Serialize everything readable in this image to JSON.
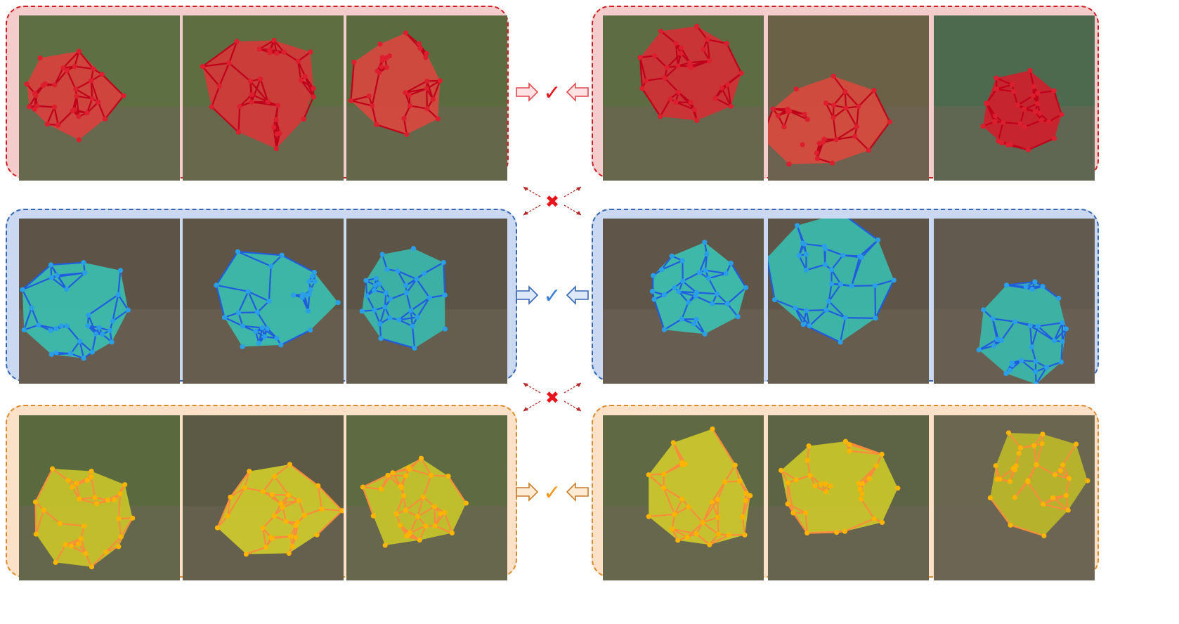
{
  "colors": {
    "red_fill": "#f5cccc",
    "red_border": "#cc1f24",
    "red_mesh": "#c0001a",
    "red_node": "#dc1e2e",
    "blue_fill": "#cad8f2",
    "blue_border": "#3466b2",
    "blue_mesh": "#1f5ce0",
    "blue_node": "#2a9fe8",
    "orange_fill": "#fbe1c7",
    "orange_border": "#d98a2b",
    "orange_mesh": "#ff8c3a",
    "orange_node": "#ffb400",
    "cross": "#e8141b"
  },
  "rows": [
    {
      "name": "red",
      "check": "✓",
      "left": [
        {
          "bg": "#5e7043",
          "obj": "#d9403d",
          "mesh": "#c0001a",
          "node": "#dc1e2e"
        },
        {
          "bg": "#5f6e40",
          "obj": "#d43838",
          "mesh": "#c0001a",
          "node": "#dc1e2e"
        },
        {
          "bg": "#5c6b3f",
          "obj": "#d9483e",
          "mesh": "#c0001a",
          "node": "#dc1e2e"
        }
      ],
      "right": [
        {
          "bg": "#5d6c42",
          "obj": "#d23035",
          "mesh": "#c0001a",
          "node": "#dc1e2e"
        },
        {
          "bg": "#6a6147",
          "obj": "#d84a3d",
          "mesh": "#c0001a",
          "node": "#dc1e2e"
        },
        {
          "bg": "#4e6a4e",
          "obj": "#cf1f2c",
          "mesh": "#c0001a",
          "node": "#dc1e2e"
        }
      ]
    },
    {
      "name": "blue",
      "check": "✓",
      "left": [
        {
          "bg": "#5d5347",
          "obj": "#3bbfb0",
          "mesh": "#1f5ce0",
          "node": "#2a9fe8"
        },
        {
          "bg": "#5e5546",
          "obj": "#3bbfb0",
          "mesh": "#1f5ce0",
          "node": "#2a9fe8"
        },
        {
          "bg": "#5c5446",
          "obj": "#39b9ae",
          "mesh": "#1f5ce0",
          "node": "#2a9fe8"
        }
      ],
      "right": [
        {
          "bg": "#5f5649",
          "obj": "#3cc0b2",
          "mesh": "#1f5ce0",
          "node": "#2a9fe8"
        },
        {
          "bg": "#5e5548",
          "obj": "#3bbcae",
          "mesh": "#1f5ce0",
          "node": "#2a9fe8"
        },
        {
          "bg": "#625a4e",
          "obj": "#39b8ab",
          "mesh": "#1f5ce0",
          "node": "#2a9fe8"
        }
      ]
    },
    {
      "name": "orange",
      "check": "✓",
      "left": [
        {
          "bg": "#5a6a3e",
          "obj": "#c9c42a",
          "mesh": "#ff8c3a",
          "node": "#ffb400"
        },
        {
          "bg": "#5c5a44",
          "obj": "#cfcb2d",
          "mesh": "#ff8c3a",
          "node": "#ffb400"
        },
        {
          "bg": "#5e6a42",
          "obj": "#c8c52a",
          "mesh": "#ff8c3a",
          "node": "#ffb400"
        }
      ],
      "right": [
        {
          "bg": "#5f6a44",
          "obj": "#cfc92c",
          "mesh": "#ff8c3a",
          "node": "#ffb400"
        },
        {
          "bg": "#5d6446",
          "obj": "#cbc72b",
          "mesh": "#ff8c3a",
          "node": "#ffb400"
        },
        {
          "bg": "#6a6650",
          "obj": "#bdb928",
          "mesh": "#ff8c3a",
          "node": "#ffb400"
        }
      ]
    }
  ],
  "cross_symbol": "✖"
}
